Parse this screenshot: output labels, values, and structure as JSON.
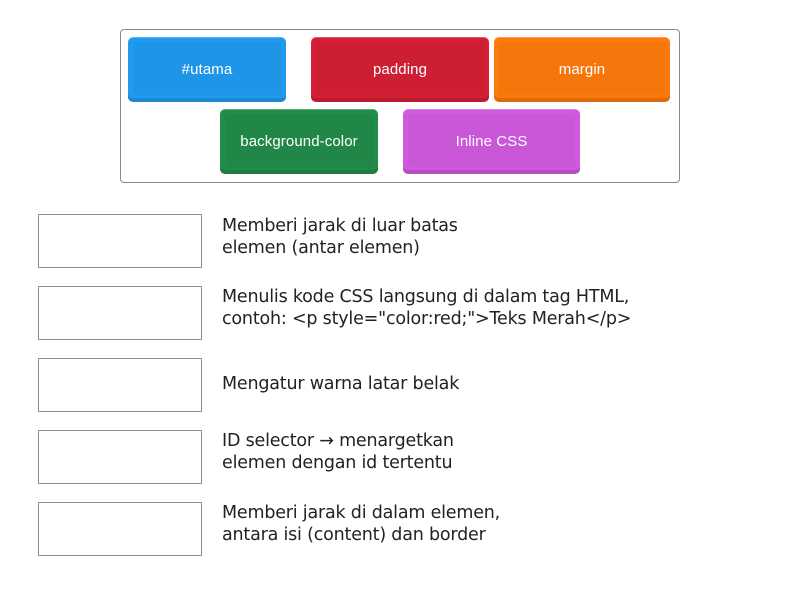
{
  "word_bank": {
    "tiles": [
      {
        "label": "#utama",
        "color": "#2196f3"
      },
      {
        "label": "padding",
        "color": "#d81e35"
      },
      {
        "label": "margin",
        "color": "#ff7a0a"
      },
      {
        "label": "background-color",
        "color": "#22894a"
      },
      {
        "label": "Inline CSS",
        "color": "#d15ce0"
      }
    ]
  },
  "matches": [
    {
      "answer": "",
      "description_lines": [
        "Memberi jarak di luar batas",
        "elemen (antar elemen)"
      ]
    },
    {
      "answer": "",
      "description_lines": [
        "Menulis kode CSS langsung di dalam tag HTML,",
        "contoh: <p style=\"color:red;\">Teks Merah</p>"
      ]
    },
    {
      "answer": "",
      "description_lines": [
        "Mengatur warna latar belak"
      ]
    },
    {
      "answer": "",
      "description_lines": [
        "ID selector → menargetkan",
        "elemen dengan id tertentu"
      ]
    },
    {
      "answer": "",
      "description_lines": [
        "Memberi jarak di dalam elemen,",
        "antara isi (content) dan border"
      ]
    }
  ]
}
